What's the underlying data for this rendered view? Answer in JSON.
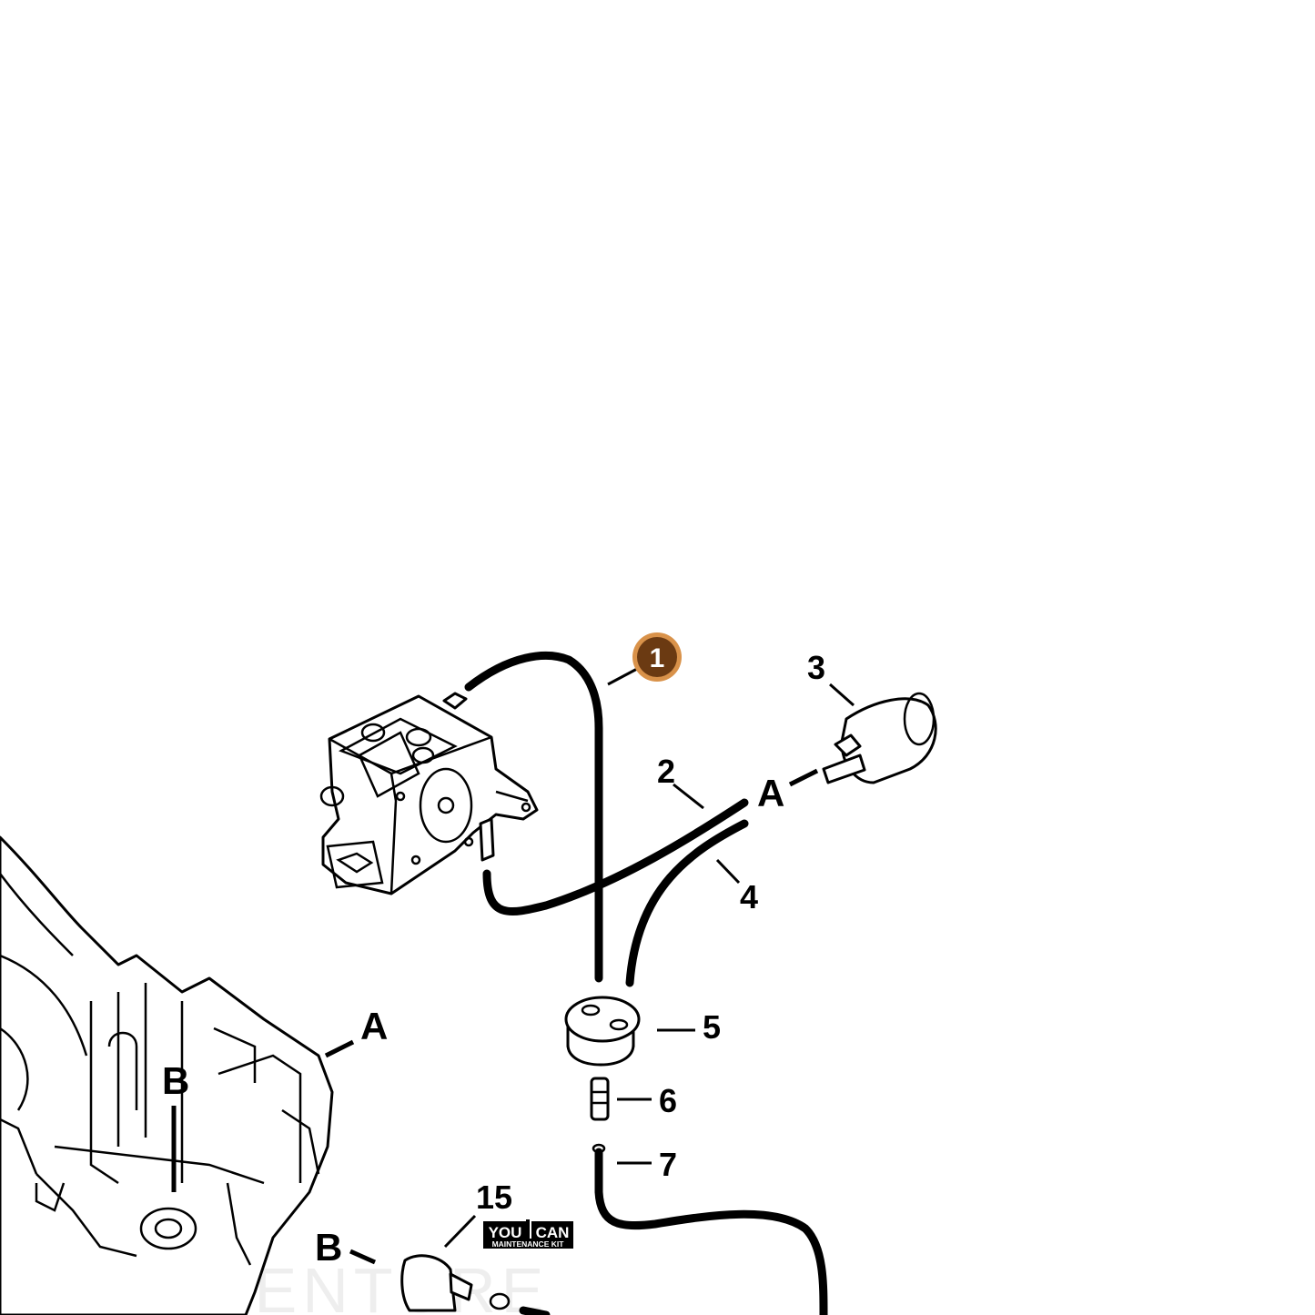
{
  "callouts": {
    "highlighted": "1",
    "c2": "2",
    "c3": "3",
    "c4": "4",
    "c5": "5",
    "c6": "6",
    "c7": "7",
    "c15": "15"
  },
  "references": {
    "a_top": "A",
    "a_left": "A",
    "b_top": "B",
    "b_bottom": "B"
  },
  "badge": {
    "line1_left": "YOU",
    "line1_right": "CAN",
    "line2": "MAINTENANCE KIT"
  },
  "watermark": "LEADVENTURE",
  "colors": {
    "highlight_fill": "#6b3a12",
    "highlight_ring": "#d9924a",
    "ink": "#000000"
  }
}
